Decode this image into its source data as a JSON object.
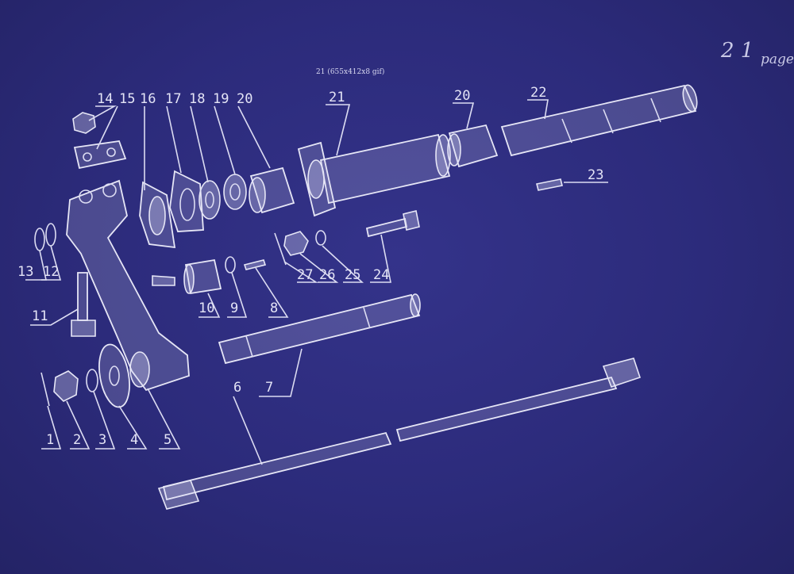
{
  "caption": "21 (655x412x8 gif)",
  "page_note": {
    "number": "2 1",
    "word": "page"
  },
  "colors": {
    "background": "#2c2b7b",
    "lines": "#e0e0f4"
  },
  "callouts": [
    "1",
    "2",
    "3",
    "4",
    "5",
    "6",
    "7",
    "8",
    "9",
    "10",
    "11",
    "12",
    "13",
    "14",
    "15",
    "16",
    "17",
    "18",
    "19",
    "20",
    "20",
    "21",
    "22",
    "23",
    "24",
    "25",
    "26",
    "27"
  ]
}
